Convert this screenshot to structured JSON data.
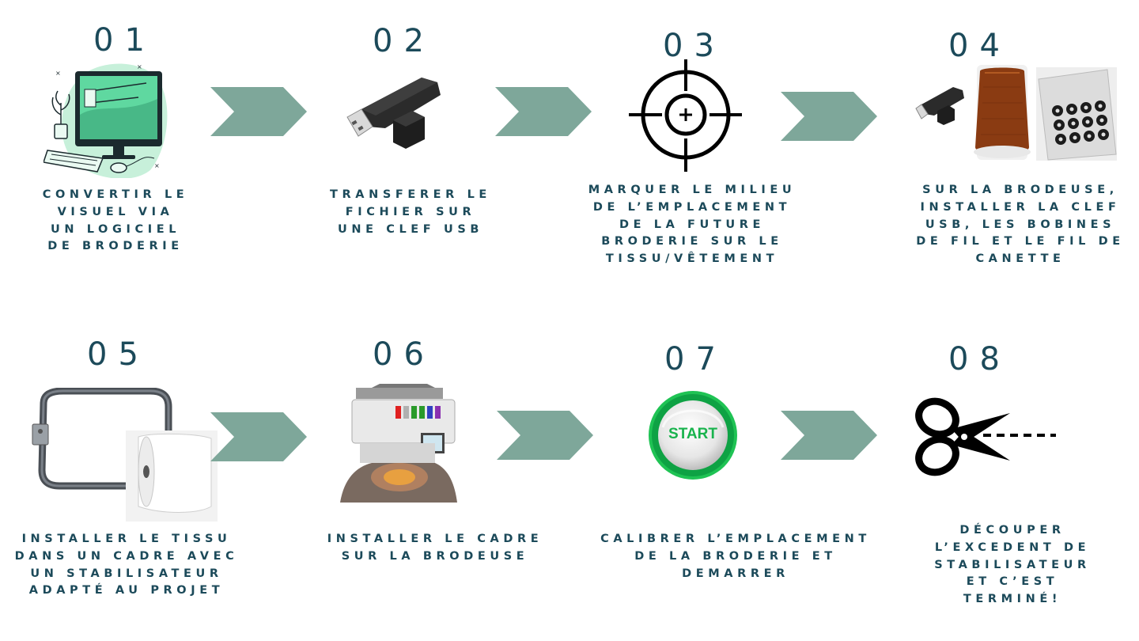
{
  "steps": [
    {
      "number": "01",
      "lines": [
        "CONVERTIR LE",
        "VISUEL VIA",
        "UN LOGICIEL",
        "DE BRODERIE"
      ],
      "icon": "computer-icon"
    },
    {
      "number": "02",
      "lines": [
        "TRANSFERER LE",
        "FICHIER SUR",
        "UNE CLEF USB"
      ],
      "icon": "usb-key-icon"
    },
    {
      "number": "03",
      "lines": [
        "MARQUER LE MILIEU",
        "DE  L’EMPLACEMENT",
        "DE LA FUTURE",
        "BRODERIE SUR LE",
        "TISSU/VÊTEMENT"
      ],
      "icon": "crosshair-icon"
    },
    {
      "number": "04",
      "lines": [
        "SUR LA BRODEUSE,",
        "INSTALLER LA CLEF",
        "USB, LES BOBINES",
        "DE FIL ET LE FIL DE",
        "CANETTE"
      ],
      "icon": "thread-spool-icon"
    },
    {
      "number": "05",
      "lines": [
        "INSTALLER LE TISSU",
        "DANS UN CADRE AVEC",
        "UN STABILISATEUR",
        "ADAPTÉ AU PROJET"
      ],
      "icon": "embroidery-hoop-icon"
    },
    {
      "number": "06",
      "lines": [
        "INSTALLER LE CADRE",
        "SUR LA BRODEUSE"
      ],
      "icon": "embroidery-machine-icon"
    },
    {
      "number": "07",
      "lines": [
        "CALIBRER L’EMPLACEMENT",
        "DE LA BRODERIE ET",
        "DEMARRER"
      ],
      "icon": "start-button-icon",
      "button_label": "START"
    },
    {
      "number": "08",
      "lines": [
        "DÉCOUPER",
        "L’EXCEDENT DE",
        "STABILISATEUR",
        "ET C’EST",
        "TERMINÉ!"
      ],
      "icon": "scissors-icon"
    }
  ],
  "colors": {
    "accent": "#7ea79a",
    "text": "#1c4a5a",
    "illustration_green": "#5fd8a0",
    "thread_brown": "#8a3b12",
    "button_green": "#1fc354"
  }
}
